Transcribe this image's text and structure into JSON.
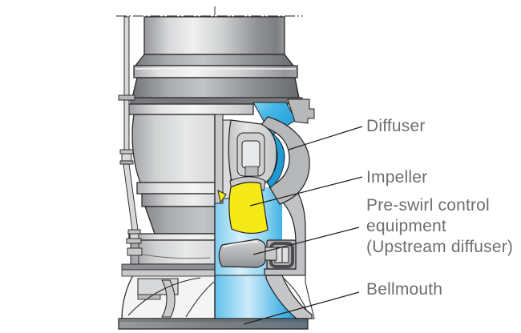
{
  "diagram": {
    "labels": {
      "diffuser": "Diffuser",
      "impeller": "Impeller",
      "preswirl_line1": "Pre-swirl control",
      "preswirl_line2": "equipment",
      "preswirl_line3": "(Upstream diffuser)",
      "bellmouth": "Bellmouth"
    },
    "colors": {
      "water_blue": "#29abe2",
      "water_blue_light": "#d7f0fb",
      "impeller_yellow": "#f6e918",
      "metal_light": "#e9eaea",
      "metal_mid": "#b6b8ba",
      "metal_dark": "#6d6e71",
      "outline": "#231f20",
      "label_text": "#6d6e71",
      "background": "#ffffff"
    }
  }
}
